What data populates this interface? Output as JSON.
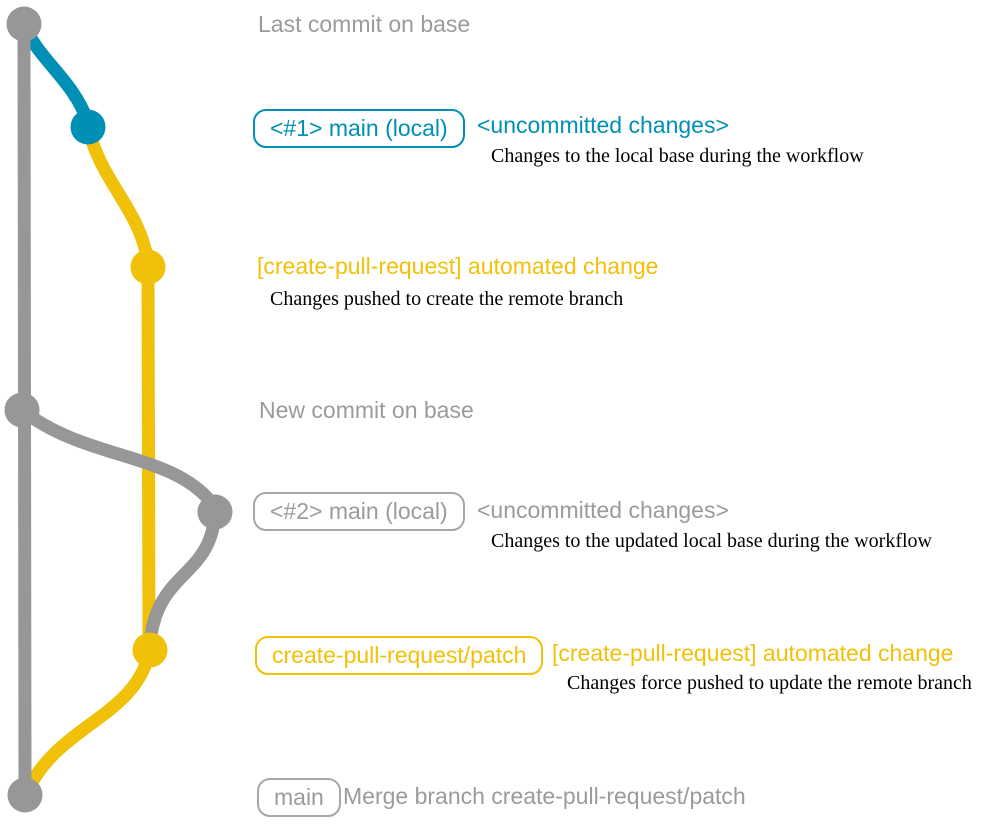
{
  "diagram": {
    "type": "git-graph",
    "colors": {
      "base_gray": "#979797",
      "local_blue": "#008fb5",
      "patch_yellow": "#f1c109",
      "note_black": "#000000"
    },
    "annotations": {
      "last_commit": "Last commit on base",
      "badge_main_local_1": "<#1> main (local)",
      "uncommitted_1": "<uncommitted changes>",
      "note_1": "Changes to the local base during the workflow",
      "automated_1": "[create-pull-request] automated change",
      "note_2": "Changes pushed to create the remote branch",
      "new_commit": "New commit on base",
      "badge_main_local_2": "<#2> main (local)",
      "uncommitted_2": "<uncommitted changes>",
      "note_3": "Changes to the updated local base during the workflow",
      "badge_patch_branch": "create-pull-request/patch",
      "automated_2": "[create-pull-request] automated change",
      "note_4": "Changes force pushed to update the remote branch",
      "badge_main": "main",
      "merge_commit": "Merge branch create-pull-request/patch"
    },
    "commits": [
      {
        "branch": "base",
        "color": "#979797",
        "caption": "Last commit on base"
      },
      {
        "branch": "main (local)",
        "color": "#008fb5",
        "caption": "<#1> main (local) — <uncommitted changes>"
      },
      {
        "branch": "create-pull-request/patch",
        "color": "#f1c109",
        "caption": "[create-pull-request] automated change"
      },
      {
        "branch": "base",
        "color": "#979797",
        "caption": "New commit on base"
      },
      {
        "branch": "main (local)",
        "color": "#979797",
        "caption": "<#2> main (local) — <uncommitted changes>"
      },
      {
        "branch": "create-pull-request/patch",
        "color": "#f1c109",
        "caption": "[create-pull-request] automated change (force push)"
      },
      {
        "branch": "main",
        "color": "#979797",
        "caption": "Merge branch create-pull-request/patch"
      }
    ]
  }
}
